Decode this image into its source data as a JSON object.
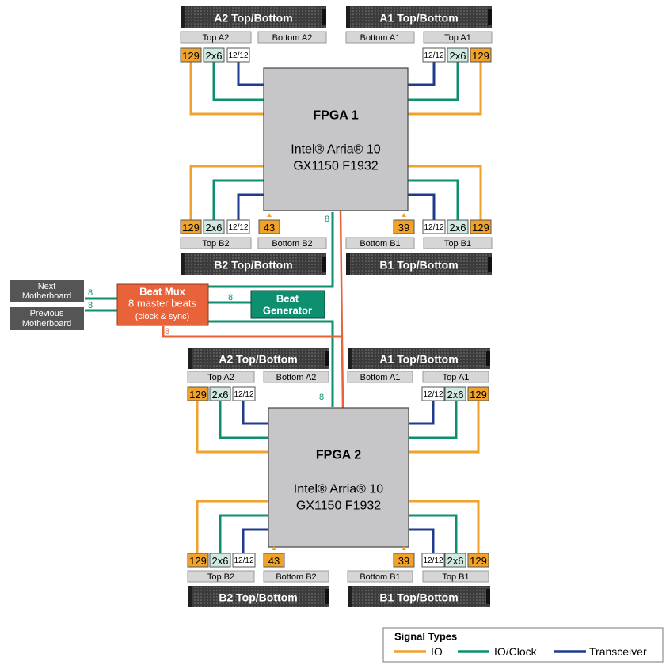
{
  "fpga1": {
    "title": "FPGA 1",
    "line1": "Intel® Arria® 10",
    "line2": "GX1150 F1932"
  },
  "fpga2": {
    "title": "FPGA 2",
    "line1": "Intel® Arria® 10",
    "line2": "GX1150 F1932"
  },
  "connectors": {
    "a2": "A2 Top/Bottom",
    "a1": "A1 Top/Bottom",
    "b2": "B2 Top/Bottom",
    "b1": "B1 Top/Bottom"
  },
  "sublabels": {
    "top_a2": "Top A2",
    "bottom_a2": "Bottom A2",
    "bottom_a1": "Bottom A1",
    "top_a1": "Top A1",
    "top_b2": "Top B2",
    "bottom_b2": "Bottom B2",
    "bottom_b1": "Bottom B1",
    "top_b1": "Top B1"
  },
  "counts": {
    "io": "129",
    "ioclock": "2x6",
    "transceiver": "12/12",
    "bottom_b2": "43",
    "bottom_b1": "39",
    "beat": "8"
  },
  "motherboards": {
    "next": [
      "Next",
      "Motherboard"
    ],
    "previous": [
      "Previous",
      "Motherboard"
    ]
  },
  "beat_mux": {
    "title": "Beat Mux",
    "line1": "8 master beats",
    "line2": "(clock & sync)"
  },
  "beat_generator": {
    "line1": "Beat",
    "line2": "Generator"
  },
  "legend": {
    "title": "Signal Types",
    "items": [
      {
        "label": "IO",
        "color": "#f0a22a"
      },
      {
        "label": "IO/Clock",
        "color": "#0e9070"
      },
      {
        "label": "Transceiver",
        "color": "#1f3b8c"
      }
    ]
  },
  "colors": {
    "io": "#f0a22a",
    "ioclock": "#0e9070",
    "transceiver": "#1f3b8c",
    "beat": "#e8623a",
    "fpga": "#c6c6c8",
    "connector": "#444444"
  }
}
